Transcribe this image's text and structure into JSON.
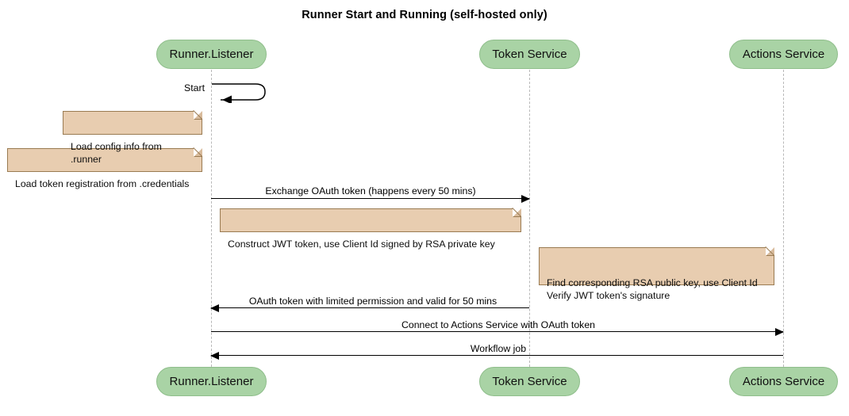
{
  "diagram": {
    "title": "Runner Start and Running (self-hosted only)",
    "type": "sequence-diagram",
    "colors": {
      "participant_fill": "#a9d3a5",
      "participant_border": "#8fbe8b",
      "note_fill": "#e8cdb0",
      "note_border": "#9a7b52",
      "lifeline": "#b8b8b8",
      "arrow": "#000000",
      "background": "#ffffff"
    }
  },
  "participants": [
    {
      "id": "runner",
      "label": "Runner.Listener"
    },
    {
      "id": "token",
      "label": "Token Service"
    },
    {
      "id": "actions",
      "label": "Actions Service"
    }
  ],
  "participants_bottom": [
    {
      "id": "runner",
      "label": "Runner.Listener"
    },
    {
      "id": "token",
      "label": "Token Service"
    },
    {
      "id": "actions",
      "label": "Actions Service"
    }
  ],
  "self_messages": [
    {
      "id": "start",
      "label": "Start",
      "from": "runner",
      "to": "runner"
    }
  ],
  "notes": [
    {
      "id": "note-load-config",
      "text": "Load config info from .runner"
    },
    {
      "id": "note-load-token",
      "text": "Load token registration from .credentials"
    },
    {
      "id": "note-construct-jwt",
      "text": "Construct JWT token, use Client Id signed by RSA private key"
    },
    {
      "id": "note-verify-jwt",
      "text": "Find corresponding RSA public key, use Client Id\nVerify JWT token's signature"
    }
  ],
  "messages": [
    {
      "id": "msg-exchange-oauth",
      "label": "Exchange OAuth token (happens every 50 mins)",
      "from": "runner",
      "to": "token",
      "direction": "right"
    },
    {
      "id": "msg-oauth-token-reply",
      "label": "OAuth token with limited permission and valid for 50 mins",
      "from": "token",
      "to": "runner",
      "direction": "left"
    },
    {
      "id": "msg-connect-actions",
      "label": "Connect to Actions Service with OAuth token",
      "from": "runner",
      "to": "actions",
      "direction": "right"
    },
    {
      "id": "msg-workflow-job",
      "label": "Workflow job",
      "from": "actions",
      "to": "runner",
      "direction": "left"
    }
  ]
}
